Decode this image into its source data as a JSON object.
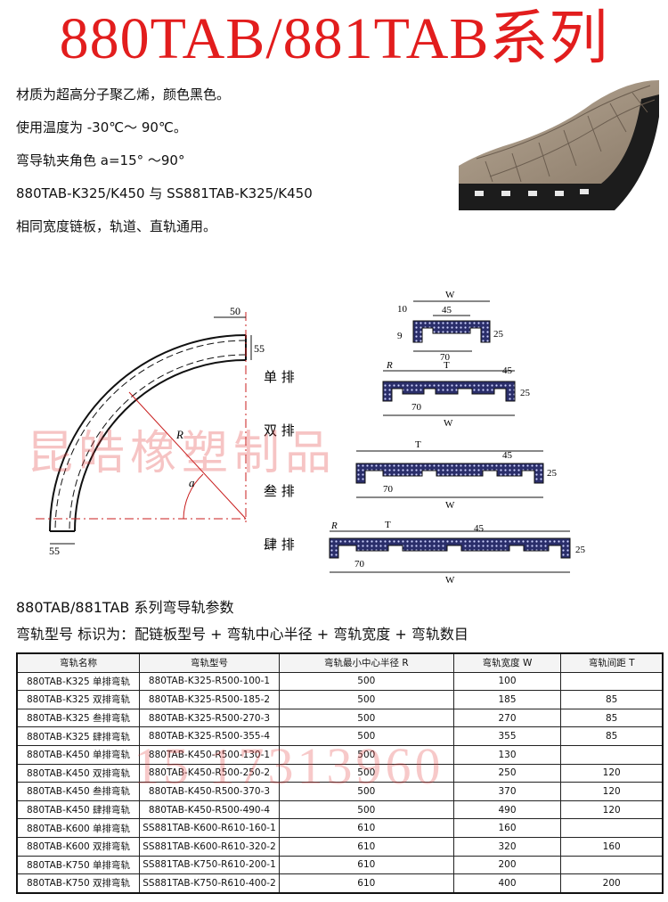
{
  "title": "880TAB/881TAB系列",
  "specs": [
    "材质为超高分子聚乙烯，颜色黑色。",
    "使用温度为 -30℃～ 90℃。",
    "弯导轨夹角色 a=15° ～90°",
    "880TAB-K325/K450 与 SS881TAB-K325/K450",
    "相同宽度链板，轨道、直轨通用。"
  ],
  "diagram": {
    "dim_50": "50",
    "dim_55_top": "55",
    "dim_55_bottom": "55",
    "label_R": "R",
    "label_a": "a",
    "rows": [
      "单 排",
      "双 排",
      "叁 排",
      "肆 排"
    ],
    "W": "W",
    "T": "T",
    "R": "R",
    "d10": "10",
    "d9": "9",
    "d25": "25",
    "d45": "45",
    "d70": "70"
  },
  "watermark": "昆皓橡塑制品",
  "watermark_phone": "15 17313960",
  "section_title": "880TAB/881TAB 系列弯导轨参数",
  "section_subtitle": "弯轨型号 标识为：配链板型号 + 弯轨中心半径 + 弯轨宽度 + 弯轨数目",
  "table": {
    "headers": [
      "弯轨名称",
      "弯轨型号",
      "弯轨最小中心半径 R",
      "弯轨宽度 W",
      "弯轨间距 T"
    ],
    "rows": [
      [
        "880TAB-K325 单排弯轨",
        "880TAB-K325-R500-100-1",
        "500",
        "100",
        ""
      ],
      [
        "880TAB-K325 双排弯轨",
        "880TAB-K325-R500-185-2",
        "500",
        "185",
        "85"
      ],
      [
        "880TAB-K325 叁排弯轨",
        "880TAB-K325-R500-270-3",
        "500",
        "270",
        "85"
      ],
      [
        "880TAB-K325 肆排弯轨",
        "880TAB-K325-R500-355-4",
        "500",
        "355",
        "85"
      ],
      [
        "880TAB-K450 单排弯轨",
        "880TAB-K450-R500-130-1",
        "500",
        "130",
        ""
      ],
      [
        "880TAB-K450 双排弯轨",
        "880TAB-K450-R500-250-2",
        "500",
        "250",
        "120"
      ],
      [
        "880TAB-K450 叁排弯轨",
        "880TAB-K450-R500-370-3",
        "500",
        "370",
        "120"
      ],
      [
        "880TAB-K450 肆排弯轨",
        "880TAB-K450-R500-490-4",
        "500",
        "490",
        "120"
      ],
      [
        "880TAB-K600 单排弯轨",
        "SS881TAB-K600-R610-160-1",
        "610",
        "160",
        ""
      ],
      [
        "880TAB-K600 双排弯轨",
        "SS881TAB-K600-R610-320-2",
        "610",
        "320",
        "160"
      ],
      [
        "880TAB-K750 单排弯轨",
        "SS881TAB-K750-R610-200-1",
        "610",
        "200",
        ""
      ],
      [
        "880TAB-K750 双排弯轨",
        "SS881TAB-K750-R610-400-2",
        "610",
        "400",
        "200"
      ]
    ]
  },
  "colors": {
    "title": "#e21d1d",
    "watermark": "#e13c3c",
    "dimension": "#c81e1e"
  }
}
